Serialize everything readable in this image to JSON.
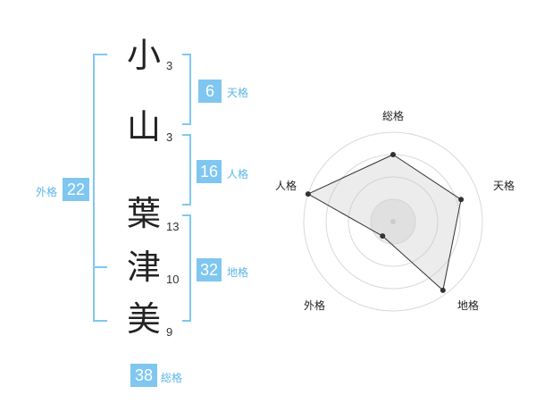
{
  "name": {
    "characters": [
      {
        "char": "小",
        "strokes": "3"
      },
      {
        "char": "山",
        "strokes": "3"
      },
      {
        "char": "葉",
        "strokes": "13"
      },
      {
        "char": "津",
        "strokes": "10"
      },
      {
        "char": "美",
        "strokes": "9"
      }
    ]
  },
  "kaku": {
    "tenkaku": {
      "value": "6",
      "label": "天格"
    },
    "jinkaku": {
      "value": "16",
      "label": "人格"
    },
    "chikaku": {
      "value": "32",
      "label": "地格"
    },
    "gaikaku": {
      "value": "22",
      "label": "外格"
    },
    "soukaku": {
      "value": "38",
      "label": "総格"
    }
  },
  "accent_color": "#7fc7f0",
  "chart_data": {
    "type": "radar",
    "axes": [
      "総格",
      "天格",
      "地格",
      "外格",
      "人格"
    ],
    "values": [
      0.75,
      0.8,
      0.95,
      0.2,
      1.0
    ],
    "rings": 4
  }
}
